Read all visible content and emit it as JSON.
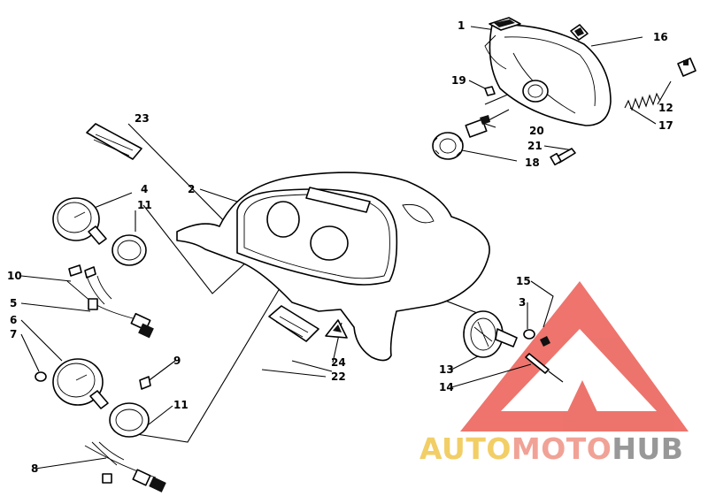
{
  "callouts": [
    "1",
    "2",
    "3",
    "4",
    "5",
    "6",
    "7",
    "8",
    "9",
    "10",
    "11",
    "11",
    "12",
    "13",
    "14",
    "15",
    "16",
    "17",
    "18",
    "19",
    "20",
    "21",
    "22",
    "23",
    "24"
  ],
  "watermark": {
    "part1": "AUTO",
    "part2": "MOTO",
    "part3": "HUB",
    "color1": "#f0c341",
    "color2": "#ee8c7c",
    "color3": "#7f7f7f",
    "logo_color": "#e8463c"
  }
}
